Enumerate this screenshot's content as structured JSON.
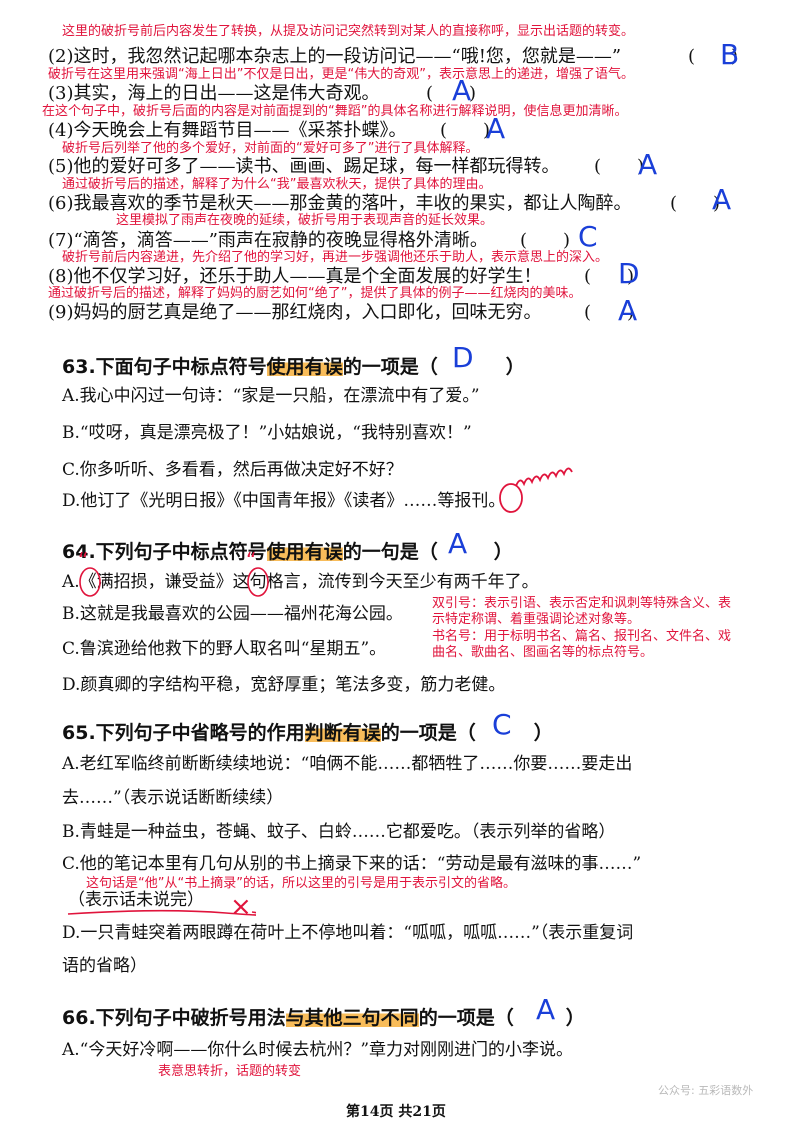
{
  "top_items": [
    {
      "note": "这里的破折号前后内容发生了转换，从提及访问记突然转到对某人的直接称呼，显示出话题的转变。",
      "text": "(2)这时，我忽然记起哪本杂志上的一段访问记——“哦!您，您就是——”",
      "paren": "(　　)",
      "answer": "B"
    },
    {
      "note": "破折号在这里用来强调“海上日出”不仅是日出，更是“伟大的奇观”，表示意思上的递进，增强了语气。",
      "text": "(3)其实，海上的日出——这是伟大奇观。",
      "paren": "(　　)",
      "answer": "A"
    },
    {
      "note": "在这个句子中，破折号后面的内容是对前面提到的“舞蹈”的具体名称进行解释说明，使信息更加清晰。",
      "text": "(4)今天晚会上有舞蹈节目——《采茶扑蝶》。",
      "paren": "(　　)",
      "answer": "A"
    },
    {
      "note": "破折号后列举了他的多个爱好，对前面的“爱好可多了”进行了具体解释。",
      "text": "(5)他的爱好可多了——读书、画画、踢足球，每一样都玩得转。",
      "paren": "(　　)",
      "answer": "A"
    },
    {
      "note": "通过破折号后的描述，解释了为什么“我”最喜欢秋天，提供了具体的理由。",
      "text": "(6)我最喜欢的季节是秋天——那金黄的落叶，丰收的果实，都让人陶醉。",
      "paren": "(　　)",
      "answer": "A"
    },
    {
      "note": "这里模拟了雨声在夜晚的延续，破折号用于表现声音的延长效果。",
      "text": "(7)“滴答，滴答——”雨声在寂静的夜晚显得格外清晰。",
      "paren": "(　　)",
      "answer": "C"
    },
    {
      "note": "破折号前后内容递进，先介绍了他的学习好，再进一步强调他还乐于助人，表示意思上的深入。",
      "text": "(8)他不仅学习好，还乐于助人——真是个全面发展的好学生！",
      "paren": "(　　)",
      "answer": "D"
    },
    {
      "note": "通过破折号后的描述，解释了妈妈的厨艺如何“绝了”，提供了具体的例子——红烧肉的美味。",
      "text": "(9)妈妈的厨艺真是绝了——那红烧肉，入口即化，回味无穷。",
      "paren": "(　　)",
      "answer": "A"
    }
  ],
  "q63": {
    "prefix": "63.下面句子中标点符号",
    "highlight": "使用有误",
    "suffix": "的一项是（",
    "close": "）",
    "answer": "D",
    "options": [
      "A.我心中闪过一句诗：“家是一只船，在漂流中有了爱。”",
      "B.“哎呀，真是漂亮极了！”小姑娘说，“我特别喜欢！”",
      "C.你多听听、多看看，然后再做决定好不好？",
      "D.他订了《光明日报》《中国青年报》《读者》……等报刊。"
    ]
  },
  "q64": {
    "prefix": "64.下列句子中标点符号",
    "highlight": "使用有误",
    "suffix": "的一句是（",
    "close": "）",
    "answer": "A",
    "mark": "“",
    "options": [
      "A.《满招损，谦受益》这句格言，流传到今天至少有两千年了。",
      "B.这就是我最喜欢的公园——福州花海公园。",
      "C.鲁滨逊给他救下的野人取名叫“星期五”。",
      "D.颜真卿的字结构平稳，宽舒厚重；笔法多变，筋力老健。"
    ],
    "notes": [
      "双引号：表示引语、表示否定和讽刺等特殊含义、表",
      "示特定称谓、着重强调论述对象等。",
      "书名号：用于标明书名、篇名、报刊名、文件名、戏",
      "曲名、歌曲名、图画名等的标点符号。"
    ]
  },
  "q65": {
    "prefix": "65.下列句子中省略号的作用",
    "highlight": "判断有误",
    "suffix": "的一项是（",
    "close": "）",
    "answer": "C",
    "options": [
      "A.老红军临终前断断续续地说：“咱俩不能……都牺牲了……你要……要走出",
      "去……”（表示说话断断续续）",
      "B.青蛙是一种益虫，苍蝇、蚊子、白蛉……它都爱吃。（表示列举的省略）",
      "C.他的笔记本里有几句从别的书上摘录下来的话：“劳动是最有滋味的事……”",
      "（表示话未说完）",
      "D.一只青蛙突着两眼蹲在荷叶上不停地叫着：“呱呱，呱呱……”（表示重复词",
      "语的省略）"
    ],
    "note": "这句话是“他”从“书上摘录”的话，所以这里的引号是用于表示引文的省略。",
    "cross": "×"
  },
  "q66": {
    "prefix": "66.下列句子中破折号用法",
    "highlight": "与其他三句不同",
    "suffix": "的一项是（",
    "close": "）",
    "answer": "A",
    "options": [
      "A.“今天好冷啊——你什么时候去杭州？”章力对刚刚进门的小李说。"
    ],
    "note": "表意思转折，话题的转变"
  },
  "footer": "第14页 共21页",
  "watermark": "公众号: 五彩语数外"
}
